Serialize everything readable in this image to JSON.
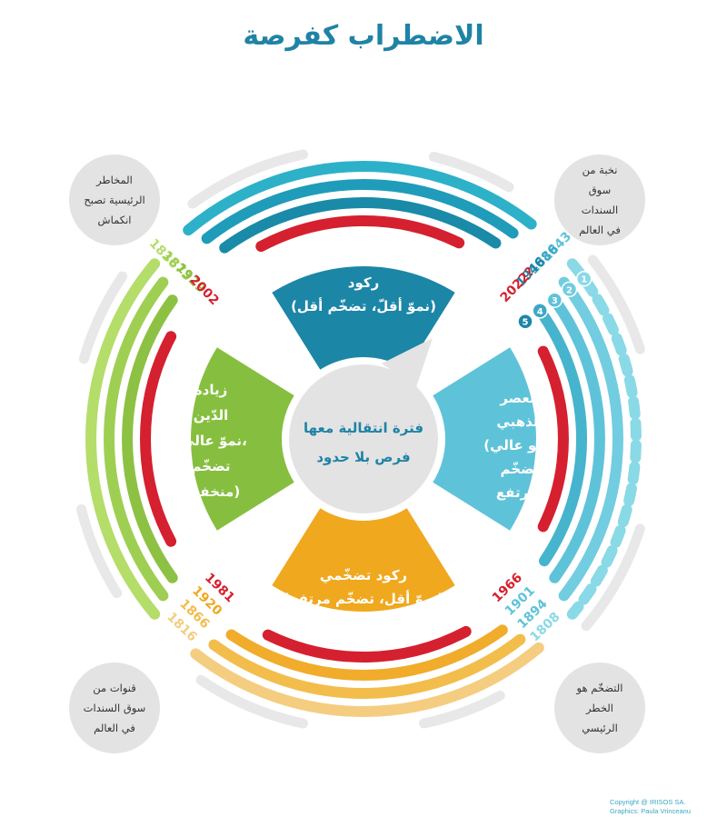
{
  "title": "الاضطراب كفرصة",
  "center_text": [
    "فترة انتقالية معها",
    "فرص بلا حدود"
  ],
  "quadrants": {
    "top": {
      "lines": [
        "ركود",
        "(نموّ أقلّ، تضخّم أقل)"
      ],
      "color": "#1c86a6"
    },
    "right": {
      "lines": [
        "العصر",
        "الذهبي",
        "(نمو عالي،",
        "تضخّم",
        "مرتفع)"
      ],
      "color": "#5ec3d9"
    },
    "bottom": {
      "lines": [
        "ركود تضخّمي",
        "(نموّ أقل، تضخّم مرتفع)"
      ],
      "color": "#f0a81e"
    },
    "left": {
      "lines": [
        "زيادة",
        "الدّين",
        "(نموّ عالي،",
        "تضخّم",
        "منخفض)"
      ],
      "color": "#86bf3f"
    }
  },
  "years": {
    "top_right": [
      "1843",
      "1886",
      "1946",
      "2022?"
    ],
    "right_bottom": [
      "1966",
      "1901",
      "1894",
      "1808"
    ],
    "bottom_left": [
      "1981",
      "1920",
      "1866",
      "1816"
    ],
    "left_top": [
      "1836",
      "1873",
      "1929",
      "2002"
    ]
  },
  "corner_notes": {
    "top_left": [
      "المخاطر",
      "الرئيسية تصبح",
      "انكماش"
    ],
    "top_right": [
      "نخبة من",
      "سوق",
      "السندات",
      "في العالم"
    ],
    "bottom_left": [
      "قنوات من",
      "سوق السندات",
      "في العالم"
    ],
    "bottom_right": [
      "التضخّم هو",
      "الخطر",
      "الرئيسي"
    ]
  },
  "numbered_markers": [
    "1",
    "2",
    "3",
    "4",
    "5"
  ],
  "copyright": {
    "line1": "Copyright  @ IRISOS SA.",
    "line2": "Graphics: Paula Vrinceanu"
  },
  "colors": {
    "title": "#1f83a5",
    "current_cycle": "#d5202f",
    "top_arcs": [
      "#2db1c9",
      "#1f9cba",
      "#198aa8"
    ],
    "right_arcs": [
      "#8ad9e6",
      "#72cde0",
      "#5ec3d9",
      "#46b4cc"
    ],
    "bottom_arcs": [
      "#f4cd80",
      "#f3bd4c",
      "#f0ac2a"
    ],
    "left_arcs": [
      "#b4dd6a",
      "#9fcf52",
      "#8dc143"
    ],
    "grey": "#e8e8e8",
    "center_circle": "#e3e3e3"
  }
}
